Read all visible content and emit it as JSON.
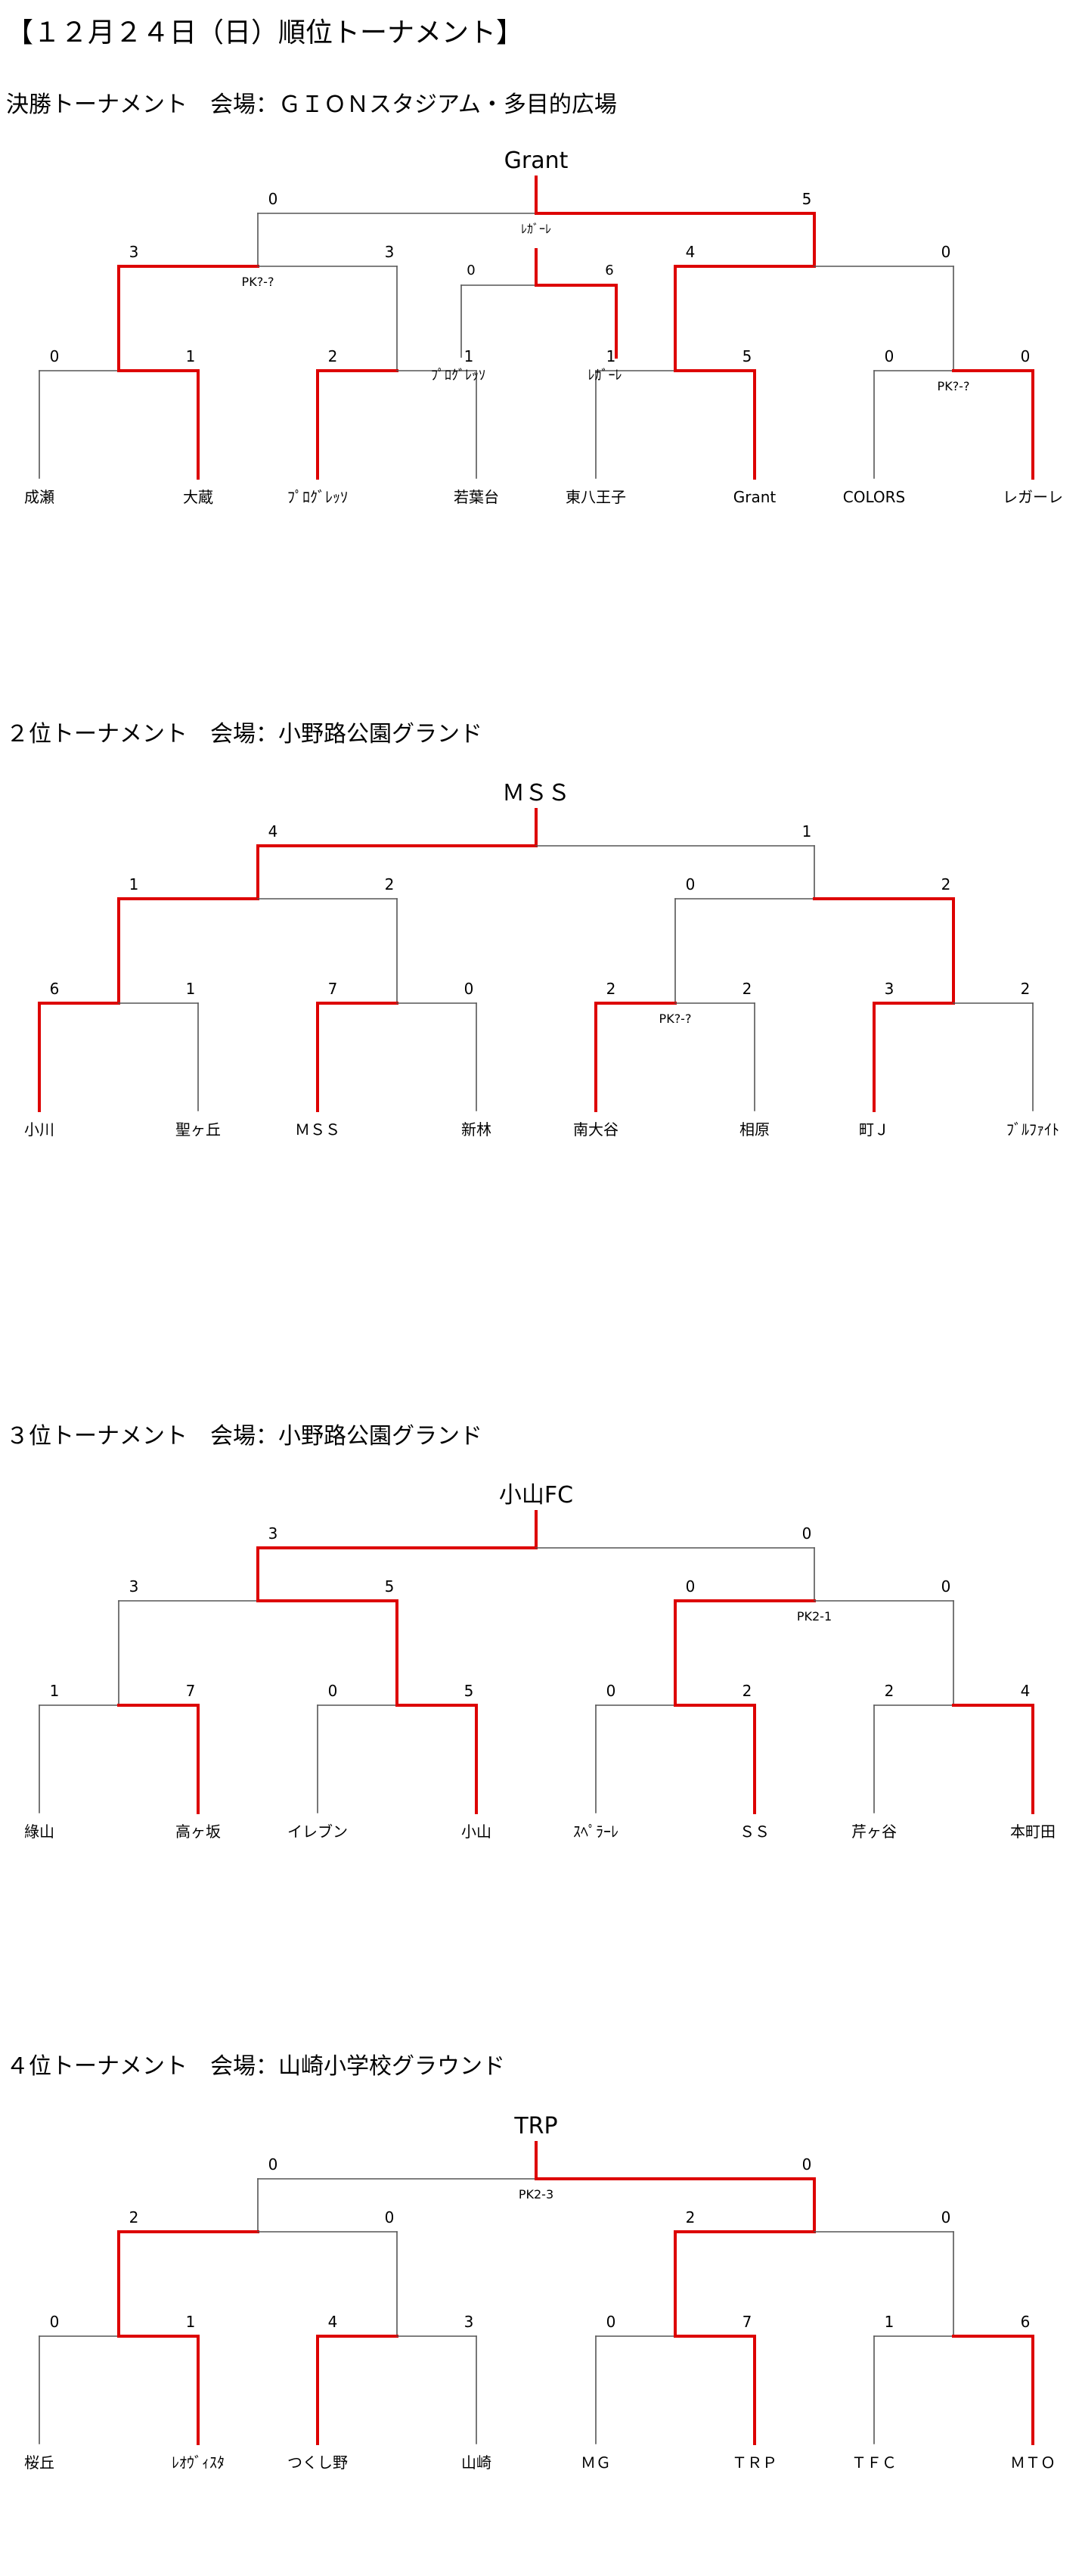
{
  "page_title": "【１２月２４日（日）順位トーナメント】",
  "colors": {
    "winner_line": "#dd0000",
    "loser_line": "#555555",
    "text": "#000000"
  },
  "sections": [
    {
      "title": "決勝トーナメント　会場：ＧＩＯＮスタジアム・多目的広場",
      "champion": "Grant",
      "final": {
        "scores": [
          "0",
          "5"
        ],
        "note": "ﾚｶﾞｰﾚ",
        "winner": 1
      },
      "semis": [
        {
          "scores": [
            "3",
            "3"
          ],
          "note": "PK?-?",
          "winner": 0
        },
        {
          "scores": [
            "4",
            "0"
          ],
          "note": "",
          "winner": 0
        }
      ],
      "third_place": {
        "scores": [
          "0",
          "6"
        ],
        "teams": [
          "ﾌﾟﾛｸﾞﾚｯｿ",
          "ﾚｶﾞｰﾚ"
        ],
        "winner": 1
      },
      "first_round": [
        {
          "scores": [
            "0",
            "1"
          ],
          "teams": [
            "成瀬",
            "大蔵"
          ],
          "note": "",
          "winner": 1
        },
        {
          "scores": [
            "2",
            "1"
          ],
          "teams": [
            "ﾌﾟﾛｸﾞﾚｯｿ",
            "若葉台"
          ],
          "note": "",
          "winner": 0
        },
        {
          "scores": [
            "1",
            "5"
          ],
          "teams": [
            "東八王子",
            "Grant"
          ],
          "note": "",
          "winner": 1
        },
        {
          "scores": [
            "0",
            "0"
          ],
          "teams": [
            "COLORS",
            "レガーレ"
          ],
          "note": "PK?-?",
          "winner": 1
        }
      ]
    },
    {
      "title": "２位トーナメント　会場：小野路公園グランド",
      "champion": "ＭＳＳ",
      "final": {
        "scores": [
          "4",
          "1"
        ],
        "note": "",
        "winner": 0
      },
      "semis": [
        {
          "scores": [
            "1",
            "2"
          ],
          "note": "",
          "winner": 0
        },
        {
          "scores": [
            "0",
            "2"
          ],
          "note": "",
          "winner": 1
        }
      ],
      "first_round": [
        {
          "scores": [
            "6",
            "1"
          ],
          "teams": [
            "小川",
            "聖ヶ丘"
          ],
          "note": "",
          "winner": 0
        },
        {
          "scores": [
            "7",
            "0"
          ],
          "teams": [
            "ＭＳＳ",
            "新林"
          ],
          "note": "",
          "winner": 0
        },
        {
          "scores": [
            "2",
            "2"
          ],
          "teams": [
            "南大谷",
            "相原"
          ],
          "note": "PK?-?",
          "winner": 0
        },
        {
          "scores": [
            "3",
            "2"
          ],
          "teams": [
            "町Ｊ",
            "ﾌﾞﾙﾌｧｲﾄ"
          ],
          "note": "",
          "winner": 0
        }
      ]
    },
    {
      "title": "３位トーナメント　会場：小野路公園グランド",
      "champion": "小山FC",
      "final": {
        "scores": [
          "3",
          "0"
        ],
        "note": "",
        "winner": 0
      },
      "semis": [
        {
          "scores": [
            "3",
            "5"
          ],
          "note": "",
          "winner": 1
        },
        {
          "scores": [
            "0",
            "0"
          ],
          "note": "PK2-1",
          "winner": 0
        }
      ],
      "first_round": [
        {
          "scores": [
            "1",
            "7"
          ],
          "teams": [
            "綠山",
            "高ヶ坂"
          ],
          "note": "",
          "winner": 1
        },
        {
          "scores": [
            "0",
            "5"
          ],
          "teams": [
            "イレブン",
            "小山"
          ],
          "note": "",
          "winner": 1
        },
        {
          "scores": [
            "0",
            "2"
          ],
          "teams": [
            "ｽﾍﾟﾗｰﾚ",
            "ＳＳ"
          ],
          "note": "",
          "winner": 1
        },
        {
          "scores": [
            "2",
            "4"
          ],
          "teams": [
            "芹ヶ谷",
            "本町田"
          ],
          "note": "",
          "winner": 1
        }
      ]
    },
    {
      "title": "４位トーナメント　会場：山崎小学校グラウンド",
      "champion": "TRP",
      "final": {
        "scores": [
          "0",
          "0"
        ],
        "note": "PK2-3",
        "winner": 1
      },
      "semis": [
        {
          "scores": [
            "2",
            "0"
          ],
          "note": "",
          "winner": 0
        },
        {
          "scores": [
            "2",
            "0"
          ],
          "note": "",
          "winner": 0
        }
      ],
      "first_round": [
        {
          "scores": [
            "0",
            "1"
          ],
          "teams": [
            "桜丘",
            "ﾚｵｳﾞｨｽﾀ"
          ],
          "note": "",
          "winner": 1
        },
        {
          "scores": [
            "4",
            "3"
          ],
          "teams": [
            "つくし野",
            "山崎"
          ],
          "note": "",
          "winner": 0
        },
        {
          "scores": [
            "0",
            "7"
          ],
          "teams": [
            "ＭＧ",
            "ＴＲＰ"
          ],
          "note": "",
          "winner": 1
        },
        {
          "scores": [
            "1",
            "6"
          ],
          "teams": [
            "ＴＦＣ",
            "ＭＴＯ"
          ],
          "note": "",
          "winner": 1
        }
      ]
    }
  ]
}
